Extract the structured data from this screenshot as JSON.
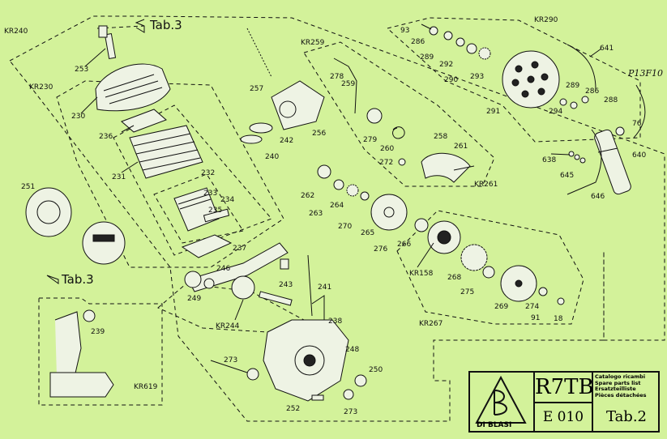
{
  "group_labels": {
    "kr240": "KR240",
    "kr230": "KR230",
    "kr259": "KR259",
    "kr290": "KR290",
    "kr261": "KR261",
    "kr158": "KR158",
    "kr267": "KR267",
    "kr244": "KR244",
    "kr619": "KR619"
  },
  "tab_refs": {
    "top": "Tab.3",
    "left": "Tab.3"
  },
  "part_numbers": {
    "p93": "93",
    "p286a": "286",
    "p289a": "289",
    "p292": "292",
    "p290": "290",
    "p293": "293",
    "p641": "641",
    "p291": "291",
    "p294": "294",
    "p289b": "289",
    "p286b": "286",
    "p288": "288",
    "p253": "253",
    "p257": "257",
    "p278": "278",
    "p259": "259",
    "p230": "230",
    "p236": "236",
    "p242": "242",
    "p256": "256",
    "p240": "240",
    "p279": "279",
    "p260": "260",
    "p258": "258",
    "p261": "261",
    "p272": "272",
    "p231": "231",
    "p232": "232",
    "p233": "233",
    "p234": "234",
    "p235": "235",
    "p251": "251",
    "p262": "262",
    "p263": "263",
    "p264": "264",
    "p270": "270",
    "p265": "265",
    "p276": "276",
    "p266": "266",
    "p237": "237",
    "p246": "246",
    "p249": "249",
    "p243": "243",
    "p241": "241",
    "p268": "268",
    "p275": "275",
    "p269": "269",
    "p274": "274",
    "p91": "91",
    "p18": "18",
    "p238": "238",
    "p239": "239",
    "p248": "248",
    "p273a": "273",
    "p250": "250",
    "p252": "252",
    "p273b": "273",
    "p76": "76",
    "p638": "638",
    "p640": "640",
    "p645": "645",
    "p646": "646"
  },
  "handwritten_note": "P13F10",
  "title_block": {
    "brand": "DI BLASI",
    "model": "R7TB",
    "catalog_lines": [
      "Catalogo ricambi",
      "Spare parts list",
      "Ersatzteilliste",
      "Pièces détachées"
    ],
    "code": "E 010",
    "tab": "Tab.2"
  }
}
